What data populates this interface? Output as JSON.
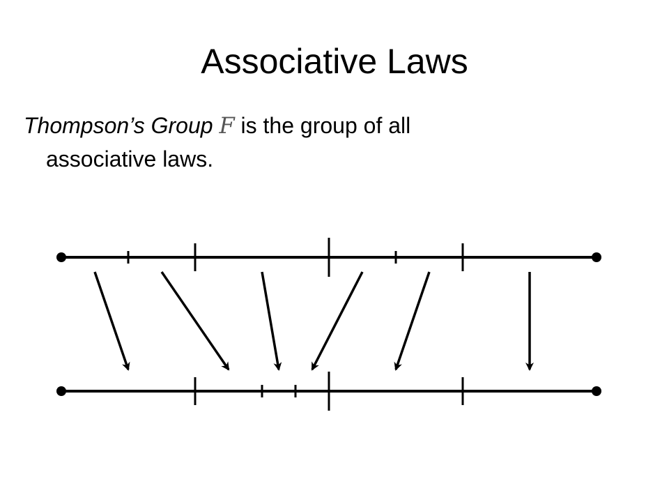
{
  "slide": {
    "title": "Associative Laws",
    "text": {
      "group_name": "Thompson’s Group",
      "group_symbol": "F",
      "line1_rest": "is the group of all",
      "line2": "associative laws."
    }
  },
  "diagram": {
    "top_ticks": [
      {
        "pos": 0.125,
        "size": "small"
      },
      {
        "pos": 0.25,
        "size": "medium"
      },
      {
        "pos": 0.5,
        "size": "large"
      },
      {
        "pos": 0.625,
        "size": "small"
      },
      {
        "pos": 0.75,
        "size": "medium"
      }
    ],
    "bottom_ticks": [
      {
        "pos": 0.25,
        "size": "medium"
      },
      {
        "pos": 0.375,
        "size": "small"
      },
      {
        "pos": 0.4375,
        "size": "small"
      },
      {
        "pos": 0.5,
        "size": "large"
      },
      {
        "pos": 0.75,
        "size": "medium"
      }
    ],
    "mappings": [
      {
        "from": 0.0625,
        "to": 0.125
      },
      {
        "from": 0.1875,
        "to": 0.3125
      },
      {
        "from": 0.375,
        "to": 0.40625
      },
      {
        "from": 0.5625,
        "to": 0.46875
      },
      {
        "from": 0.6875,
        "to": 0.625
      },
      {
        "from": 0.875,
        "to": 0.875
      }
    ]
  }
}
